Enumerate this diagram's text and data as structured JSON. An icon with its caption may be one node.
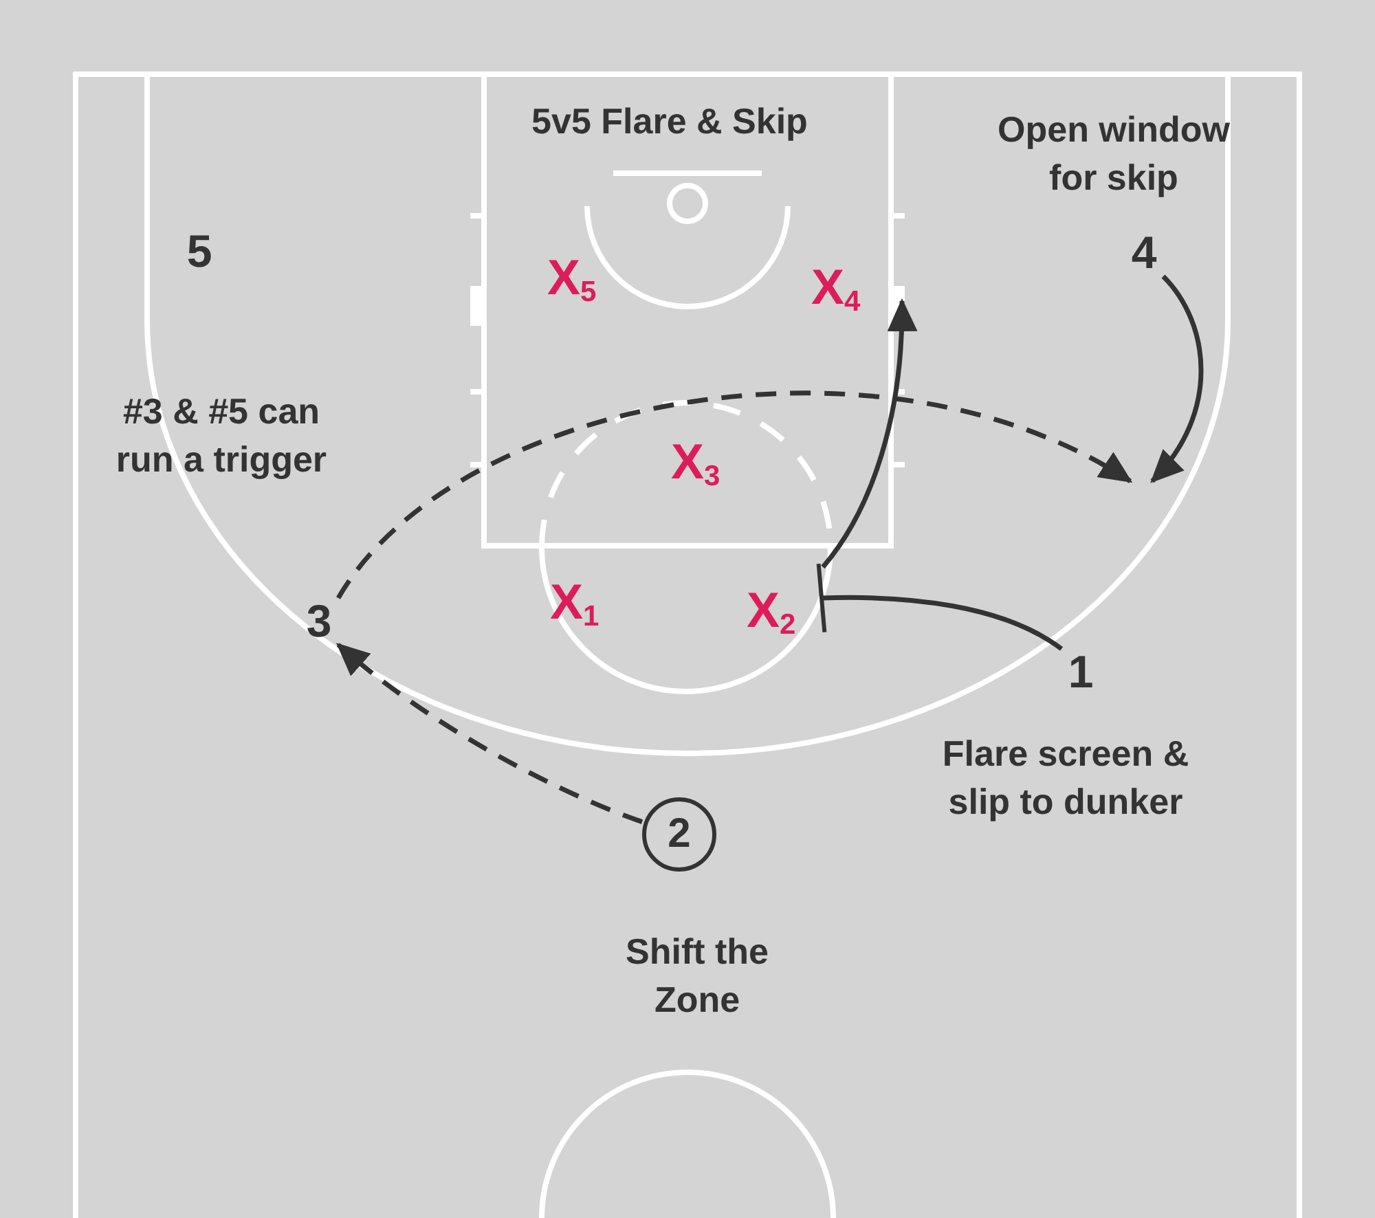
{
  "diagram": {
    "title": "5v5 Flare & Skip",
    "nodes": [
      {
        "text": [
          "4"
        ]
      },
      {
        "text": [
          "3"
        ]
      },
      {
        "text": [],
        "shape": "bar"
      },
      {
        "text": [
          "1"
        ]
      },
      {
        "text": [
          "2"
        ]
      }
    ],
    "edges": [
      {
        "from": 4,
        "to": 1,
        "arrow": "to",
        "style": "dashed"
      },
      {
        "from": 1,
        "to": null,
        "arrow": "to",
        "style": "dashed"
      },
      {
        "from": 0,
        "to": null,
        "arrow": "to"
      },
      {
        "from": 3,
        "to": 2,
        "arrow": "none"
      },
      {
        "from": 2,
        "to": null,
        "arrow": "to"
      }
    ],
    "labels": [
      "Open window for skip",
      "5",
      "X$_{5}$",
      "X$_{4}$",
      "#3 & #5 can run a trigger",
      "X$_{3}$",
      "X$_{1}$",
      "X$_{2}$",
      "Flare screen & slip to dunker",
      "Shift the Zone"
    ]
  }
}
